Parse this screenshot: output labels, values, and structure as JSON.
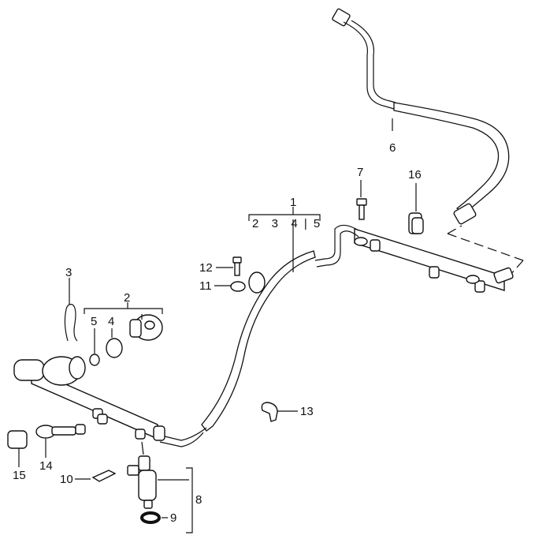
{
  "diagram": {
    "title": "Fuel rail and injector assembly",
    "callouts": [
      {
        "id": "1",
        "text": "1"
      },
      {
        "id": "1-sub",
        "text": "2  3  4 | 5"
      },
      {
        "id": "2",
        "text": "2"
      },
      {
        "id": "3",
        "text": "3"
      },
      {
        "id": "4",
        "text": "4"
      },
      {
        "id": "5",
        "text": "5"
      },
      {
        "id": "6",
        "text": "6"
      },
      {
        "id": "7",
        "text": "7"
      },
      {
        "id": "8",
        "text": "8"
      },
      {
        "id": "9",
        "text": "9"
      },
      {
        "id": "10",
        "text": "10"
      },
      {
        "id": "11",
        "text": "11"
      },
      {
        "id": "12",
        "text": "12"
      },
      {
        "id": "13",
        "text": "13"
      },
      {
        "id": "14",
        "text": "14"
      },
      {
        "id": "15",
        "text": "15"
      },
      {
        "id": "16",
        "text": "16"
      }
    ],
    "group1": {
      "label": "1",
      "members": [
        "2",
        "3",
        "4",
        "5"
      ]
    },
    "group2": {
      "label": "2",
      "members": [
        "5",
        "4"
      ]
    },
    "group8": {
      "label": "8",
      "members": [
        "9"
      ]
    }
  }
}
